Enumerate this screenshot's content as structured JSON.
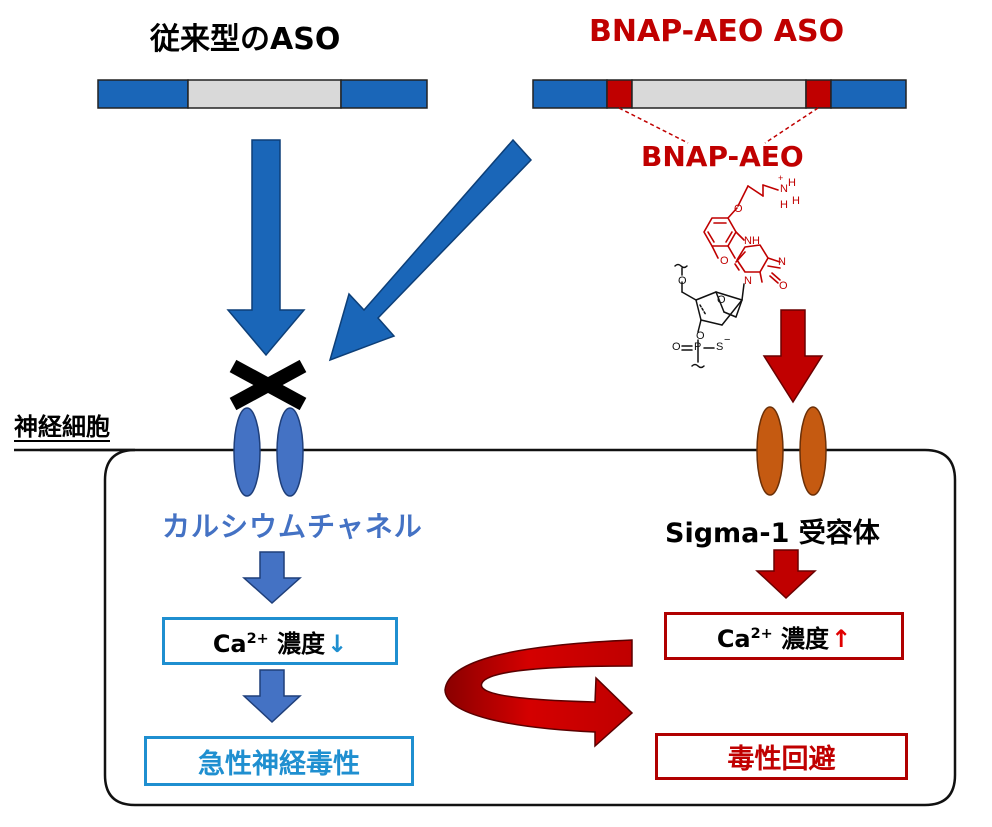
{
  "titles": {
    "conventional": "従来型のASO",
    "bnap": "BNAP-AEO ASO"
  },
  "structure_label": "BNAP-AEO",
  "neuron_label": "神経細胞",
  "left_pathway": {
    "channel": "カルシウムチャネル",
    "ca_prefix": "Ca",
    "ca_sup": "2+",
    "ca_suffix": " 濃度",
    "ca_arrow": "↓",
    "toxicity": "急性神経毒性"
  },
  "right_pathway": {
    "receptor": "Sigma-1 受容体",
    "ca_prefix": "Ca",
    "ca_sup": "2+",
    "ca_suffix": " 濃度",
    "ca_arrow": "↑",
    "outcome": "毒性回避"
  },
  "molecule_atoms": {
    "nh3_n": "N",
    "nh3_h": "H",
    "nh3_plus": "+",
    "ring_o": "O",
    "nh": "NH",
    "n1": "N",
    "n2": "N",
    "carbonyl_o": "O",
    "o5": "O",
    "sugar_o": "O",
    "o3": "O",
    "p": "P",
    "o_double": "O",
    "s": "S",
    "minus": "−"
  },
  "colors": {
    "blue_segment": "#1a66b8",
    "red_segment": "#c00000",
    "gap_segment": "#d9d9d9",
    "blue_arrow": "#1a66b8",
    "dark_red_arrow": "#b80000",
    "channel_blue": "#4472c4",
    "channel_orange": "#c55a11",
    "box_blue": "#1f8fd0",
    "box_red": "#b00000"
  }
}
